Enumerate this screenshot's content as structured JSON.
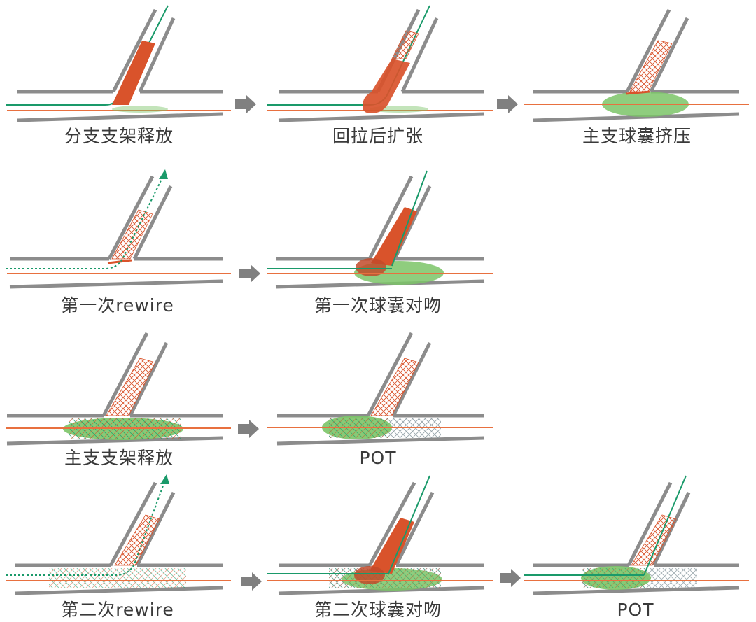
{
  "colors": {
    "vessel": "#8c8c8c",
    "wire_orange": "#e8703f",
    "wire_green": "#1a9a6a",
    "stent_red": "#d9532b",
    "balloon_green": "#7bc467",
    "mesh_grey": "#8a9aa0",
    "arrow": "#808080",
    "caption": "#3a3a3a"
  },
  "steps": [
    {
      "label": "分支支架释放"
    },
    {
      "label": "回拉后扩张"
    },
    {
      "label": "主支球囊挤压"
    },
    {
      "label": "第一次rewire"
    },
    {
      "label": "第一次球囊对吻"
    },
    {
      "label": "主支支架释放"
    },
    {
      "label": "POT"
    },
    {
      "label": "第二次rewire"
    },
    {
      "label": "第二次球囊对吻"
    },
    {
      "label": "POT"
    }
  ],
  "flow_arrows": [
    {
      "from": "分支支架释放",
      "to": "回拉后扩张"
    },
    {
      "from": "回拉后扩张",
      "to": "主支球囊挤压"
    },
    {
      "from": "第一次rewire",
      "to": "第一次球囊对吻"
    },
    {
      "from": "主支支架释放",
      "to": "POT"
    },
    {
      "from": "第二次rewire",
      "to": "第二次球囊对吻"
    },
    {
      "from": "第二次球囊对吻",
      "to": "POT"
    }
  ]
}
